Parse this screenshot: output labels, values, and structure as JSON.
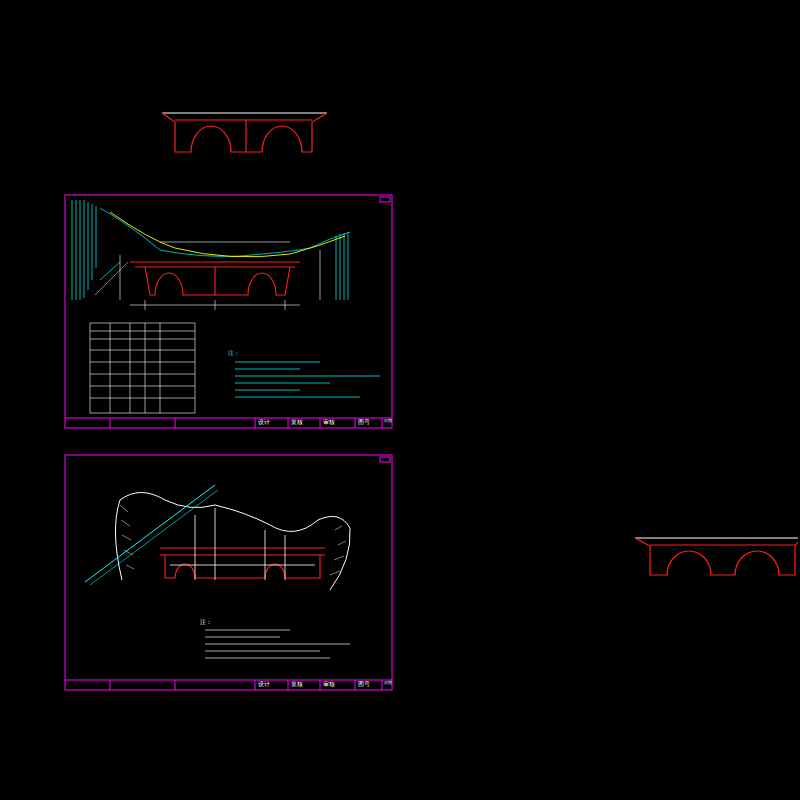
{
  "diagram": {
    "labels": [
      "注：",
      "设计",
      "复核",
      "审核",
      "图号",
      "日期",
      "注：",
      "设计",
      "复核",
      "审核",
      "图号",
      "日期"
    ]
  }
}
